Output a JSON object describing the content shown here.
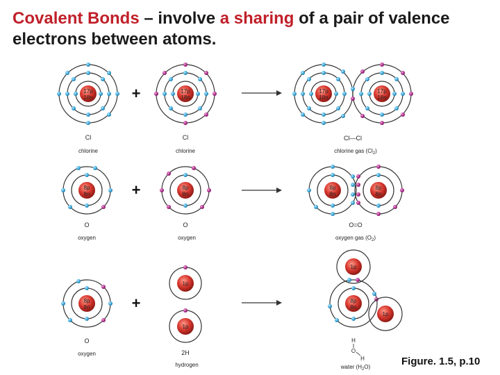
{
  "title": {
    "part1": "Covalent Bonds",
    "part2": " – involve ",
    "part3": "a sharing",
    "part4": " of a pair of valence electrons between atoms."
  },
  "colors": {
    "highlight": "#c0202a",
    "nucleus": "#d8382f",
    "electron": "#3aa8d8",
    "valence_electron": "#b0328f",
    "shell": "#333333"
  },
  "rows": [
    {
      "reactants": [
        {
          "symbol_label": "Cl",
          "name_label": "chlorine",
          "nucleus_top": "17p",
          "nucleus_bottom": "18n",
          "shells": [
            2,
            8,
            7
          ]
        },
        {
          "symbol_label": "Cl",
          "name_label": "chlorine",
          "nucleus_top": "17p",
          "nucleus_bottom": "18n",
          "shells": [
            2,
            8,
            7
          ]
        }
      ],
      "product": {
        "formula_label": "Cl—Cl",
        "name_label": "chlorine gas (Cl",
        "name_sub": "2",
        "name_end": ")",
        "atoms": [
          {
            "nucleus_top": "17p",
            "nucleus_bottom": "18n"
          },
          {
            "nucleus_top": "17p",
            "nucleus_bottom": "18n"
          }
        ]
      }
    },
    {
      "reactants": [
        {
          "symbol_label": "O",
          "name_label": "oxygen",
          "nucleus_top": "8p",
          "nucleus_bottom": "8n",
          "shells": [
            2,
            6
          ]
        },
        {
          "symbol_label": "O",
          "name_label": "oxygen",
          "nucleus_top": "8p",
          "nucleus_bottom": "8n",
          "shells": [
            2,
            6
          ]
        }
      ],
      "product": {
        "formula_label": "O=O",
        "name_label": "oxygen gas (O",
        "name_sub": "2",
        "name_end": ")",
        "atoms": [
          {
            "nucleus_top": "8p",
            "nucleus_bottom": "8n"
          },
          {
            "nucleus_top": "8p",
            "nucleus_bottom": "8n"
          }
        ]
      }
    },
    {
      "reactants": [
        {
          "symbol_label": "O",
          "name_label": "oxygen",
          "nucleus_top": "8p",
          "nucleus_bottom": "8n",
          "shells": [
            2,
            6
          ]
        },
        {
          "symbol_label": "2H",
          "name_label": "hydrogen",
          "nucleus_top": "1p",
          "shells": [
            1
          ]
        }
      ],
      "product": {
        "formula_h1": "H",
        "formula_o": "O",
        "formula_h2": "H",
        "name_label": "water (H",
        "name_sub": "2",
        "name_end": "O)",
        "oxygen": {
          "nucleus_top": "8p",
          "nucleus_bottom": "8n"
        },
        "hydrogen": [
          {
            "nucleus_top": "1p"
          },
          {
            "nucleus_top": "1p"
          }
        ]
      }
    }
  ],
  "plus_sign": "+",
  "caption": "Figure. 1.5, p.10"
}
